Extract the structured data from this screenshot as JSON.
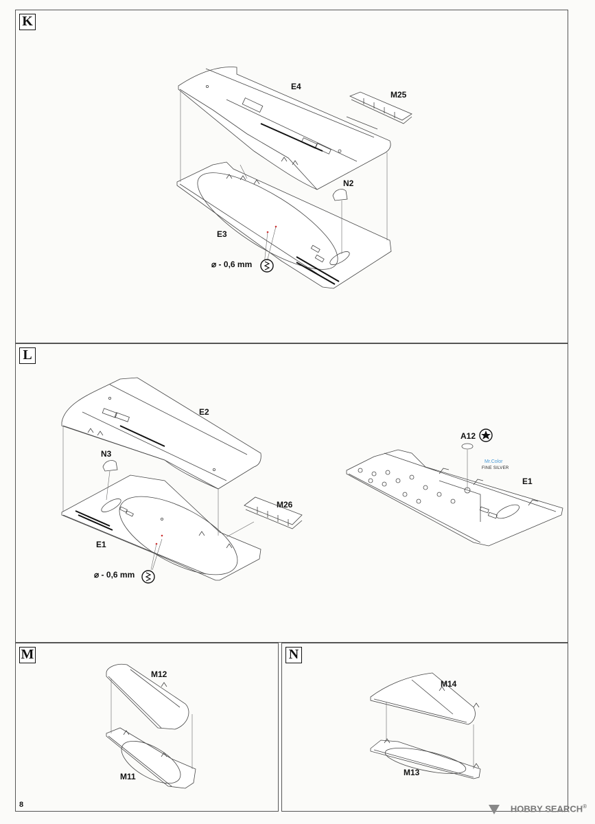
{
  "page": {
    "number": "8"
  },
  "steps": {
    "K": {
      "letter": "K",
      "labels": {
        "upper": "E4",
        "lower": "E3",
        "radiator": "M25",
        "part": "N2"
      },
      "drill": "⌀ - 0,6 mm"
    },
    "L": {
      "letter": "L",
      "labels": {
        "upper": "E2",
        "lower": "E1",
        "radiator": "M26",
        "part": "N3",
        "view": "E1",
        "part2": "A12"
      },
      "drill": "⌀ - 0,6 mm",
      "paint": {
        "code": "Mr.Color",
        "name": "FINE SILVER"
      }
    },
    "M": {
      "letter": "M",
      "labels": {
        "upper": "M12",
        "lower": "M11"
      }
    },
    "N": {
      "letter": "N",
      "labels": {
        "upper": "M14",
        "lower": "M13"
      }
    }
  },
  "watermark": {
    "text": "HOBBY SEARCH",
    "mark": "®"
  },
  "icons": [
    "drill-icon",
    "paint-star-icon",
    "watermark-logo-icon"
  ]
}
